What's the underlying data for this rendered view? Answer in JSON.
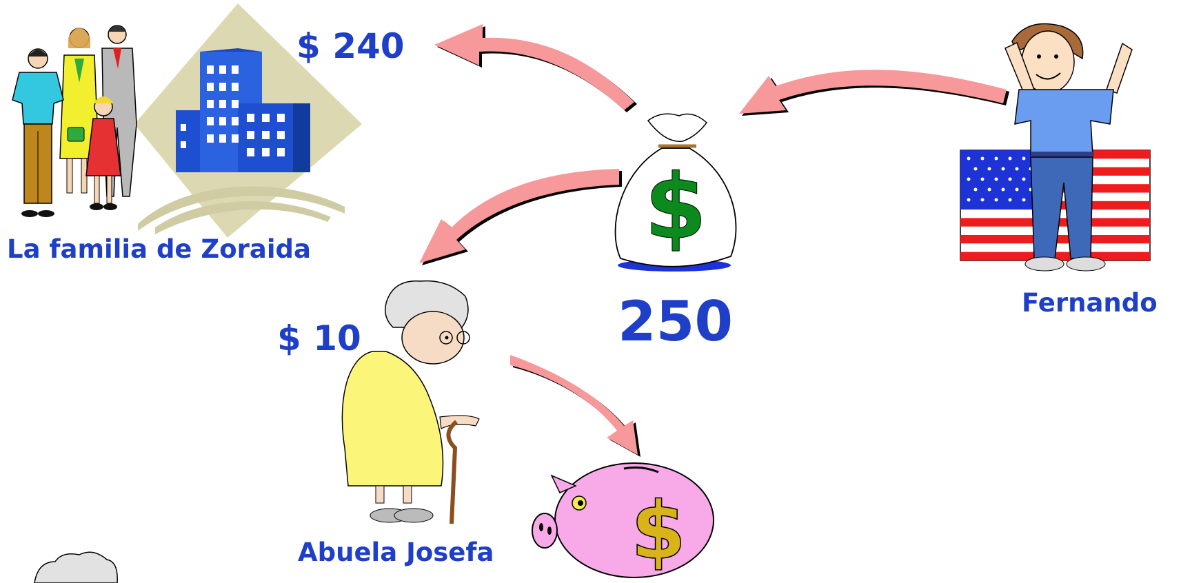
{
  "people": {
    "familia_label": "La familia de Zoraida",
    "fernando_label": "Fernando",
    "abuela_label": "Abuela Josefa"
  },
  "amounts": {
    "to_familia": "$ 240",
    "to_abuela": "$ 10",
    "total": "250"
  },
  "money_bag_symbol": "$",
  "piggy_bank_symbol": "$",
  "colors": {
    "label_blue": "#1f3fc8",
    "arrow_pink": "#f7999b",
    "bag_dollar_green": "#0c8a1e",
    "piggy_pink": "#f7a9e8",
    "piggy_dollar_gold": "#d8b41a",
    "building_blue": "#2a62e0",
    "diamond_beige": "#dcd9b2"
  },
  "icons": [
    "family-icon",
    "buildings-icon",
    "money-bag-icon",
    "fernando-icon",
    "us-flag-icon",
    "grandmother-icon",
    "piggy-bank-icon",
    "cloud-icon"
  ]
}
